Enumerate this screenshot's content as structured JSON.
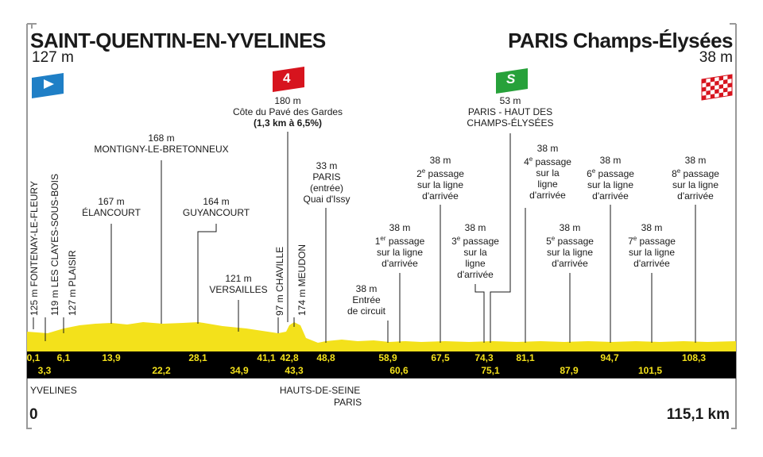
{
  "start": {
    "name": "SAINT-QUENTIN-EN-YVELINES",
    "altitude": "127 m",
    "distance": "0",
    "region": "YVELINES"
  },
  "finish": {
    "name": "PARIS Champs-Élysées",
    "altitude": "38 m",
    "distance": "115,1 km"
  },
  "regions_mid": [
    "HAUTS-DE-SEINE",
    "PARIS"
  ],
  "climb": {
    "category": "4",
    "altitude": "180 m",
    "name": "Côte du Pavé des Gardes",
    "detail": "(1,3 km à 6,5%)"
  },
  "sprint": {
    "icon": "S",
    "altitude": "53 m",
    "name_line1": "PARIS - HAUT DES",
    "name_line2": "CHAMPS-ÉLYSÉES"
  },
  "vertical_labels": [
    {
      "text": "125 m FONTENAY-LE-FLEURY"
    },
    {
      "text": "119 m LES CLAYES-SOUS-BOIS"
    },
    {
      "text": "127 m PLAISIR"
    },
    {
      "text": "97 m CHAVILLE"
    },
    {
      "text": "174 m MEUDON"
    }
  ],
  "places": [
    {
      "alt": "167 m",
      "name": "ÉLANCOURT"
    },
    {
      "alt": "168 m",
      "name": "MONTIGNY-LE-BRETONNEUX"
    },
    {
      "alt": "164 m",
      "name": "GUYANCOURT"
    },
    {
      "alt": "121 m",
      "name": "VERSAILLES"
    },
    {
      "alt": "33 m",
      "name": "PARIS",
      "line3": "(entrée)",
      "line4": "Quai d'Issy"
    },
    {
      "alt": "38 m",
      "name": "Entrée",
      "line3": "de circuit"
    }
  ],
  "passages": [
    {
      "alt": "38 m",
      "num": "1",
      "sup": "er"
    },
    {
      "alt": "38 m",
      "num": "2",
      "sup": "e"
    },
    {
      "alt": "38 m",
      "num": "3",
      "sup": "e"
    },
    {
      "alt": "38 m",
      "num": "4",
      "sup": "e"
    },
    {
      "alt": "38 m",
      "num": "5",
      "sup": "e"
    },
    {
      "alt": "38 m",
      "num": "6",
      "sup": "e"
    },
    {
      "alt": "38 m",
      "num": "7",
      "sup": "e"
    },
    {
      "alt": "38 m",
      "num": "8",
      "sup": "e"
    }
  ],
  "passage_text": {
    "word": "passage",
    "line2": "sur la ligne",
    "line3": "d'arrivée",
    "line2_short": "sur la",
    "line3_short": "ligne",
    "line4_short": "d'arrivée"
  },
  "km_top": [
    "0,1",
    "6,1",
    "13,9",
    "28,1",
    "41,1",
    "42,8",
    "48,8",
    "58,9",
    "67,5",
    "74,3",
    "81,1",
    "94,7",
    "108,3"
  ],
  "km_bottom": [
    "3,3",
    "22,2",
    "34,9",
    "43,3",
    "60,6",
    "75,1",
    "87,9",
    "101,5"
  ],
  "colors": {
    "profile": "#f3e11b",
    "band": "#000000",
    "km_text": "#f3e11b",
    "start_flag": "#1f7fc6",
    "climb_badge": "#d7141e",
    "sprint_badge": "#27a13a"
  }
}
